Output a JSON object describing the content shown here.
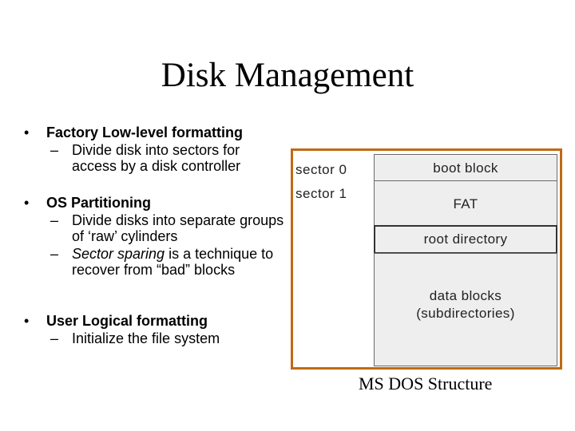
{
  "title": "Disk Management",
  "bullets": [
    {
      "text": "Factory Low-level formatting",
      "subs": [
        "Divide disk into sectors for access by a disk controller"
      ]
    },
    {
      "text": "OS Partitioning",
      "subs": [
        "Divide disks into separate groups of ‘raw’ cylinders",
        "is a technique to recover from “bad” blocks"
      ],
      "italic_lead": "Sector sparing"
    },
    {
      "text": "User Logical formatting",
      "subs": [
        "Initialize the file system"
      ]
    }
  ],
  "diagram": {
    "sectors": [
      "sector 0",
      "sector 1"
    ],
    "blocks": [
      "boot block",
      "FAT",
      "root directory",
      "data blocks\n(subdirectories)"
    ],
    "caption": "MS DOS Structure"
  },
  "colors": {
    "frame": "#c06a12",
    "block_fill": "#eeeeee"
  }
}
